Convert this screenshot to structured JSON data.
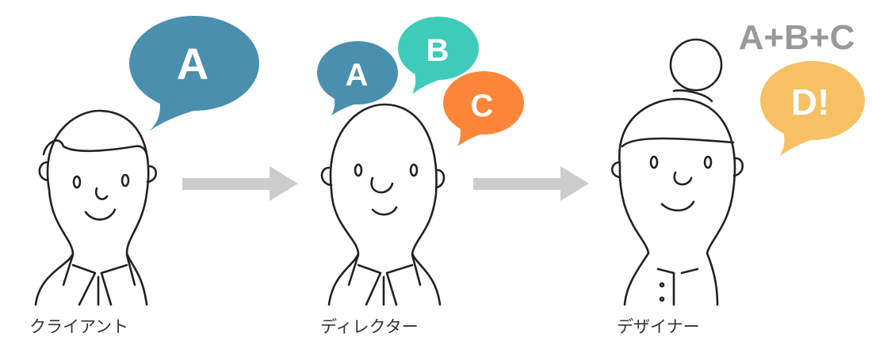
{
  "people": [
    {
      "label": "クライアント"
    },
    {
      "label": "ディレクター"
    },
    {
      "label": "デザイナー"
    }
  ],
  "bubbles": {
    "client": {
      "text": "A",
      "color": "#4a8fad"
    },
    "director_a": {
      "text": "A",
      "color": "#4a8fad"
    },
    "director_b": {
      "text": "B",
      "color": "#3fcbb9"
    },
    "director_c": {
      "text": "C",
      "color": "#fd853a"
    },
    "designer_d": {
      "text": "D!",
      "color": "#f6c064"
    }
  },
  "designer_thought": "A+B+C",
  "colors": {
    "arrow": "#cccccc",
    "thought_text": "#999999"
  }
}
